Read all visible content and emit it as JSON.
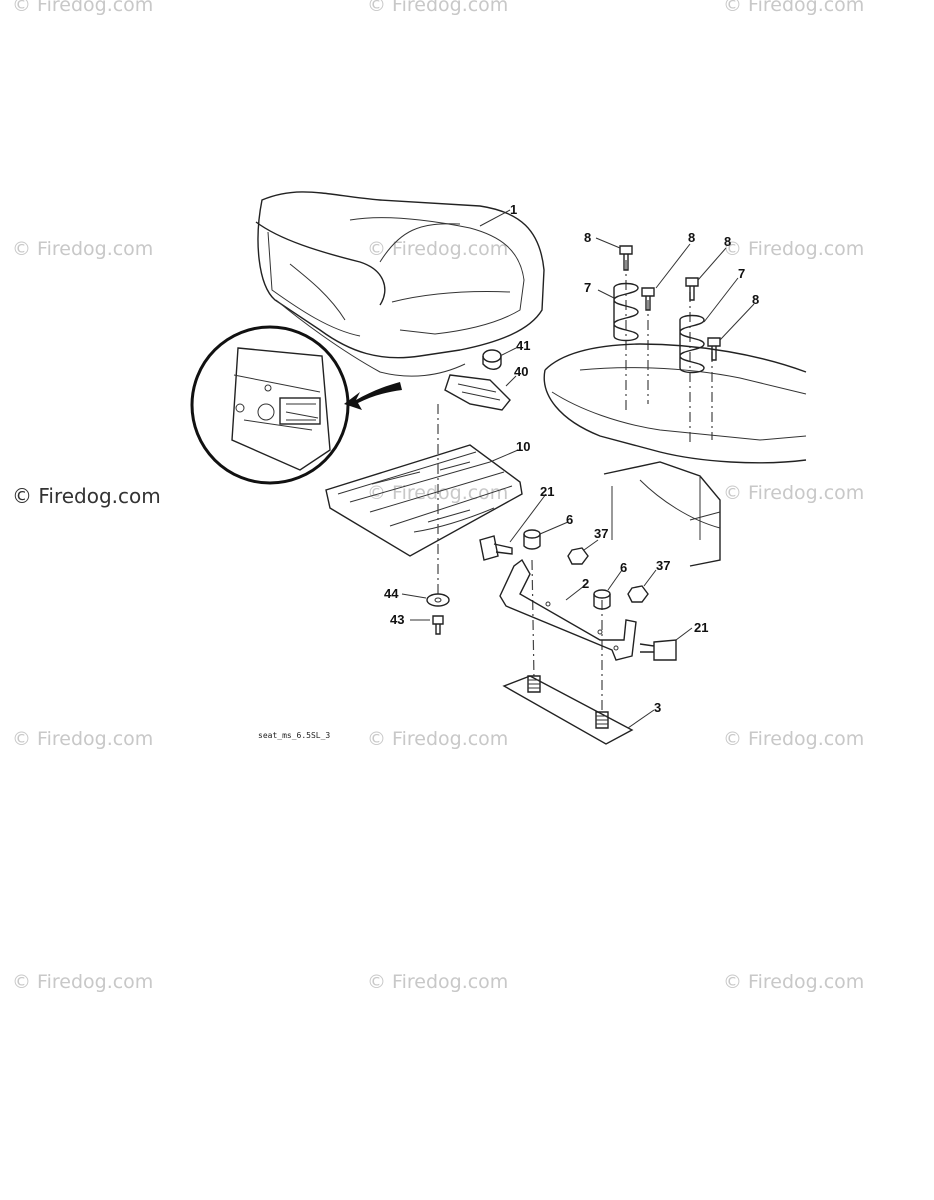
{
  "watermark": "© Firedog.com",
  "drawing_code": "seat_ms_6.5SL_3",
  "callouts": {
    "c1": "1",
    "c2": "2",
    "c3": "3",
    "c6a": "6",
    "c6b": "6",
    "c7a": "7",
    "c7b": "7",
    "c8a": "8",
    "c8b": "8",
    "c8c": "8",
    "c8d": "8",
    "c10": "10",
    "c21a": "21",
    "c21b": "21",
    "c37a": "37",
    "c37b": "37",
    "c40": "40",
    "c41": "41",
    "c43": "43",
    "c44": "44"
  }
}
